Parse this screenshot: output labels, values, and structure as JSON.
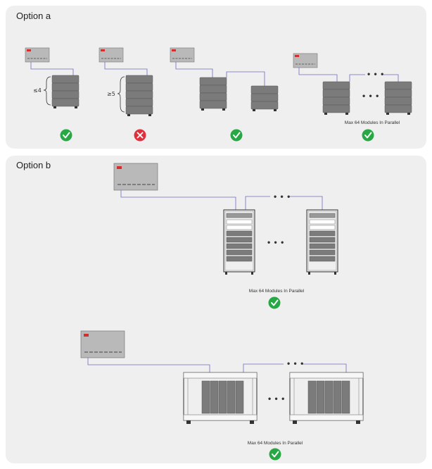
{
  "panels": {
    "a": {
      "title": "Option a"
    },
    "b": {
      "title": "Option b"
    }
  },
  "labels": {
    "le4": "≤4",
    "ge5": "≥5",
    "max_parallel": "Max 64 Modules In Parallel",
    "ellipsis": "• • •"
  },
  "icons": {
    "ok": "check-circle-icon",
    "not_ok": "x-circle-icon"
  },
  "colors": {
    "panel": "#efefef",
    "battery": "#7b7b7b",
    "cable": "#6c6cbf",
    "ok": "#27a845",
    "not_ok": "#e0303c",
    "logo": "#d32f2f"
  }
}
